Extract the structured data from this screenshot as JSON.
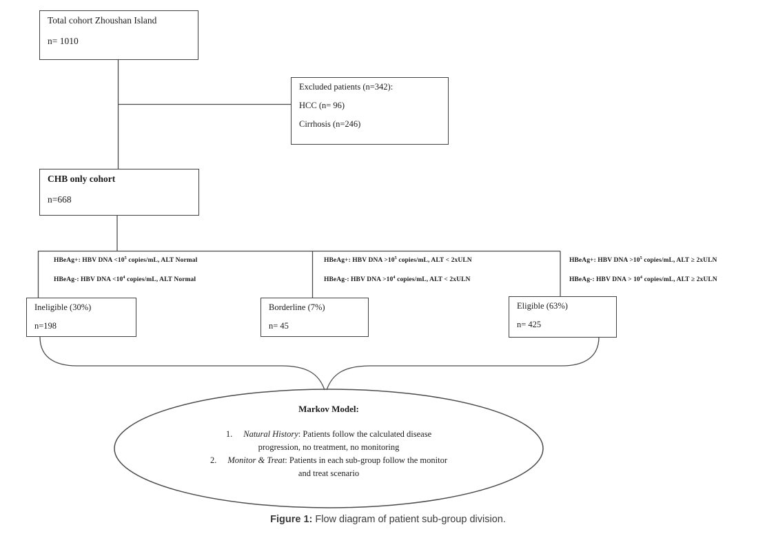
{
  "theme": {
    "background": "#ffffff",
    "line_color": "#4a4a4a",
    "box_border_color": "#3f3f3f",
    "text_color": "#1a1a1a",
    "caption_color": "#3a3a3a"
  },
  "boxes": {
    "total_cohort": {
      "title": "Total cohort Zhoushan Island",
      "n": "n= 1010"
    },
    "excluded": {
      "title": "Excluded patients (n=342):",
      "hcc": "HCC (n= 96)",
      "cirrhosis": "Cirrhosis (n=246)"
    },
    "chb": {
      "title": "CHB only cohort",
      "n": "n=668"
    },
    "ineligible": {
      "title": "Ineligible (30%)",
      "n": "n=198"
    },
    "borderline": {
      "title": "Borderline (7%)",
      "n": "n= 45"
    },
    "eligible": {
      "title": "Eligible (63%)",
      "n": "n= 425"
    }
  },
  "branches": [
    {
      "name": "ineligible-criteria",
      "lines": [
        {
          "pre": "HBeAg+: HBV DNA <10",
          "sup": "5",
          "post": " copies/mL, ALT Normal"
        },
        {
          "pre": "HBeAg-: HBV DNA <10",
          "sup": "4",
          "post": " copies/mL, ALT Normal"
        }
      ]
    },
    {
      "name": "borderline-criteria",
      "lines": [
        {
          "pre": "HBeAg+: HBV DNA >10",
          "sup": "5",
          "post": " copies/mL, ALT < 2xULN"
        },
        {
          "pre": "HBeAg-: HBV DNA >10",
          "sup": "4",
          "post": " copies/mL, ALT < 2xULN"
        }
      ]
    },
    {
      "name": "eligible-criteria",
      "lines": [
        {
          "pre": "HBeAg+: HBV DNA >10",
          "sup": "5",
          "post": " copies/mL, ALT ≥ 2xULN"
        },
        {
          "pre": "HBeAg-: HBV DNA > 10",
          "sup": "4",
          "post": " copies/mL, ALT ≥ 2xULN"
        }
      ]
    }
  ],
  "markov": {
    "title": "Markov Model:",
    "item1_num": "1.",
    "item1_italic": "Natural History",
    "item1_rest": ": Patients follow the calculated disease",
    "item1_cont": "progression, no treatment, no monitoring",
    "item2_num": "2.",
    "item2_italic": "Monitor & Treat",
    "item2_rest": ": Patients in each sub-group  follow  the monitor",
    "item2_cont": "and treat scenario"
  },
  "caption": {
    "label": "Figure 1:",
    "text": " Flow diagram of patient sub-group division."
  }
}
